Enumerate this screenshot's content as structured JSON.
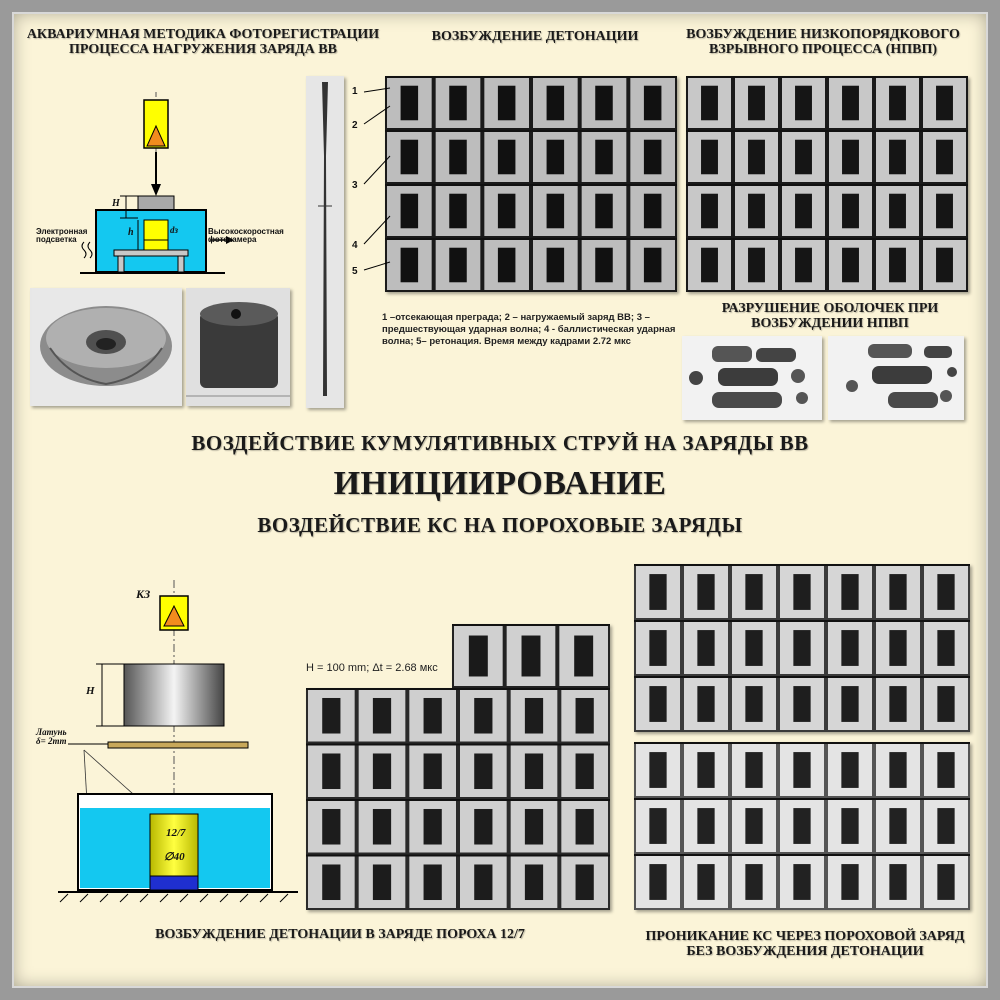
{
  "top": {
    "aquarium_title": "АКВАРИУМНАЯ МЕТОДИКА ФОТОРЕГИСТРАЦИИ\nПРОЦЕССА НАГРУЖЕНИЯ ЗАРЯДА ВВ",
    "detonation_title": "ВОЗБУЖДЕНИЕ ДЕТОНАЦИИ",
    "nvp_title": "ВОЗБУЖДЕНИЕ НИЗКОПОРЯДКОВОГО\nВЗРЫВНОГО ПРОЦЕССА (НПВП)",
    "shell_title": "РАЗРУШЕНИЕ ОБОЛОЧЕК ПРИ\nВОЗБУЖДЕНИИ НПВП",
    "legend": "1 –отсекающая преграда; 2 – нагружаемый заряд ВВ; 3 – предшествующая ударная волна; 4 - баллистическая ударная волна; 5– ретонация. Время между кадрами  2.72 мкс",
    "diagram": {
      "label_light": "Электронная\nподсветка",
      "label_camera": "Высокоскоростная\nфотокамера",
      "label_H": "H",
      "label_h": "h",
      "label_d": "dз"
    },
    "frame_numbers": [
      "1",
      "2",
      "3",
      "4",
      "5"
    ]
  },
  "center": {
    "line1": "ВОЗДЕЙСТВИЕ КУМУЛЯТИВНЫХ СТРУЙ НА ЗАРЯДЫ ВВ",
    "line2": "ИНИЦИИРОВАНИЕ",
    "line3": "ВОЗДЕЙСТВИЕ КС НА ПОРОХОВЫЕ ЗАРЯДЫ"
  },
  "bottom": {
    "diagram": {
      "label_kz": "КЗ",
      "label_H": "H",
      "label_brass": "Латунь\nδ= 2mm",
      "label_powder": "12/7",
      "label_diam": "∅40"
    },
    "param": "H = 100 mm; Δt = 2.68 мкс",
    "caption_left": "ВОЗБУЖДЕНИЕ ДЕТОНАЦИИ В ЗАРЯДЕ ПОРОХА 12/7",
    "caption_right": "ПРОНИКАНИЕ КС ЧЕРЕЗ ПОРОХОВОЙ ЗАРЯД\nБЕЗ ВОЗБУЖДЕНИЯ ДЕТОНАЦИИ"
  },
  "colors": {
    "background": "#fbf4d8",
    "water": "#14c8f0",
    "charge_yellow": "#ffff00",
    "cone_orange": "#f28c1e",
    "base_blue": "#1f2fd0"
  }
}
